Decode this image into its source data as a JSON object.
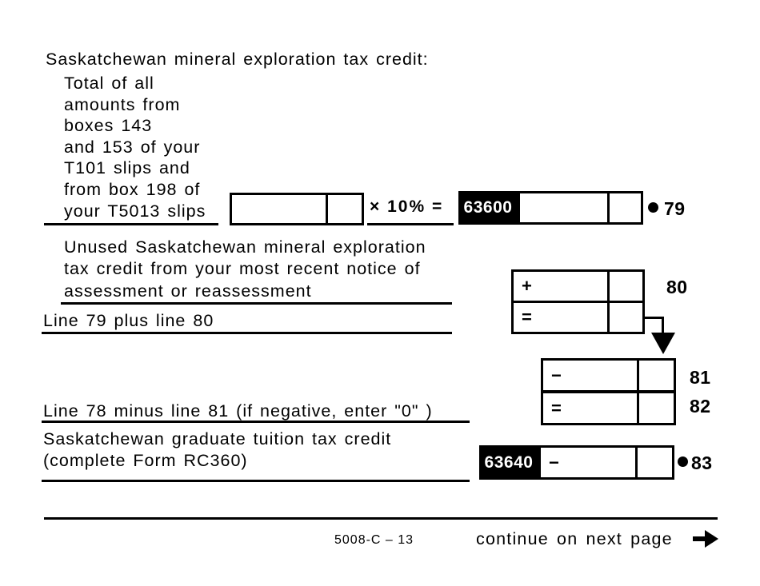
{
  "colors": {
    "ink": "#000000",
    "paper": "#ffffff"
  },
  "title": "Saskatchewan mineral exploration tax credit:",
  "line79": {
    "description": "Total of all\namounts from\nboxes 143\nand 153 of your\nT101 slips and\nfrom box 198 of\nyour T5013 slips",
    "multiplier_label": "× 10% =",
    "field_code": "63600",
    "line_number": "79"
  },
  "line80": {
    "description": "Unused Saskatchewan mineral exploration\ntax credit from your most recent notice of\nassessment or reassessment",
    "operator": "+",
    "line_number": "80"
  },
  "sum_row": {
    "description": "Line 79 plus line 80",
    "operator": "="
  },
  "line81": {
    "operator": "−",
    "line_number": "81"
  },
  "line82": {
    "description": "Line 78 minus line 81 (if negative, enter \"0\" )",
    "operator": "=",
    "line_number": "82"
  },
  "line83": {
    "description": "Saskatchewan graduate tuition tax credit\n(complete Form RC360)",
    "field_code": "63640",
    "operator": "−",
    "line_number": "83"
  },
  "footer": {
    "form_code": "5008-C – 13",
    "continue_label": "continue on next page"
  }
}
